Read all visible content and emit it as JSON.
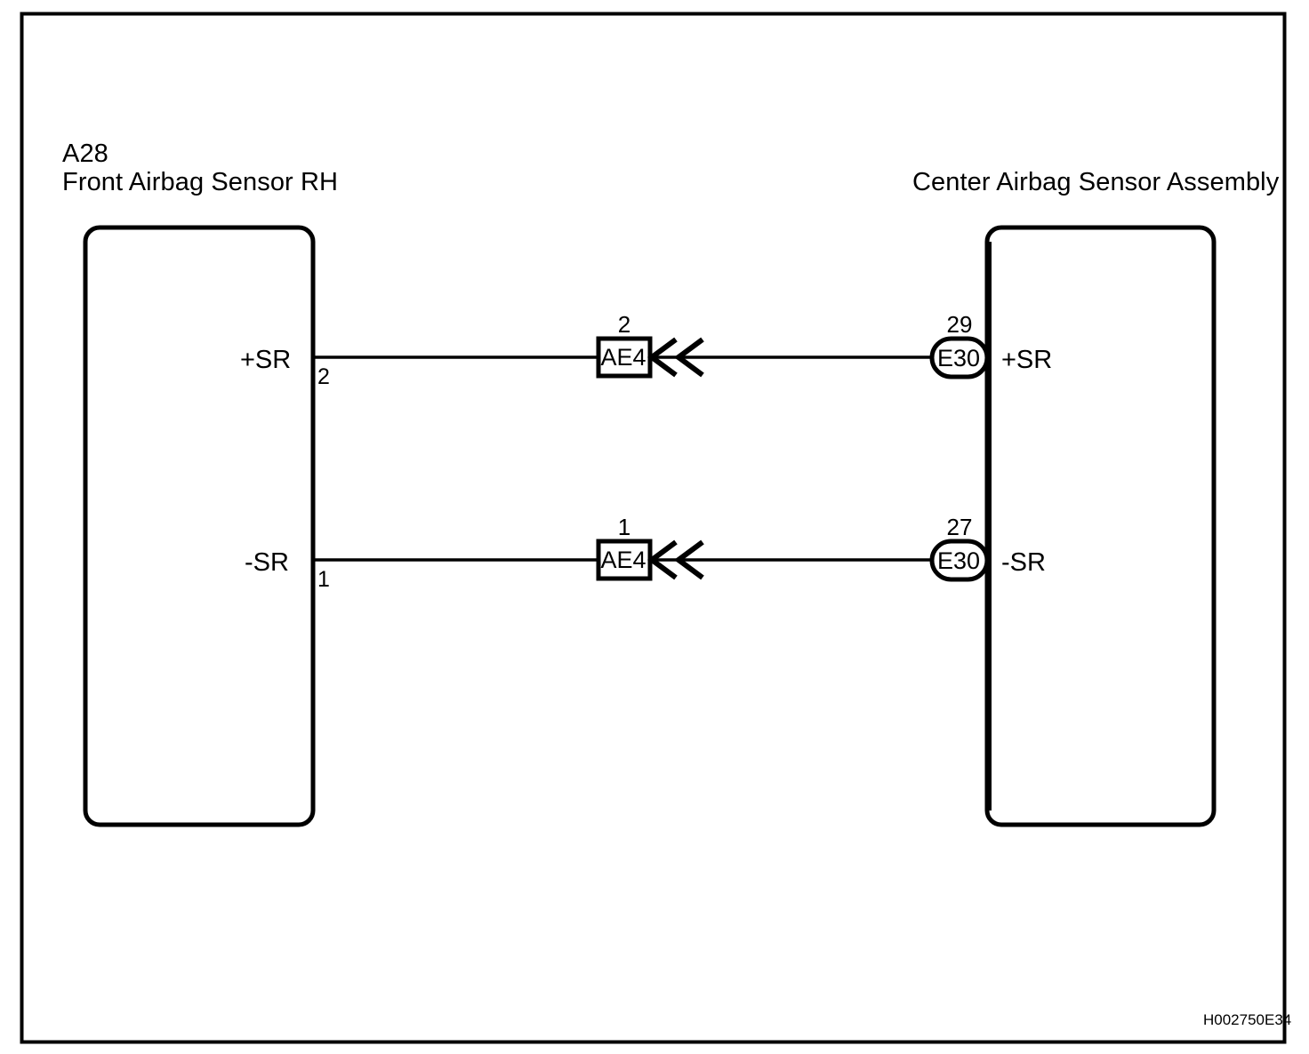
{
  "diagram": {
    "title_left": "A28",
    "title_left_sub": "Front Airbag Sensor RH",
    "title_right": "Center Airbag Sensor Assembly",
    "doc_code": "H002750E34",
    "line_color": "#000000",
    "background": "#ffffff"
  },
  "left_component": {
    "id": "A28",
    "name": "Front Airbag Sensor RH",
    "pins": [
      {
        "name": "+SR",
        "number": "2"
      },
      {
        "name": "-SR",
        "number": "1"
      }
    ]
  },
  "right_component": {
    "name": "Center Airbag Sensor Assembly",
    "pins": [
      {
        "name": "+SR",
        "number": "29",
        "connector": "E30"
      },
      {
        "name": "-SR",
        "number": "27",
        "connector": "E30"
      }
    ]
  },
  "junctions": [
    {
      "code": "AE4",
      "number": "2"
    },
    {
      "code": "AE4",
      "number": "1"
    }
  ],
  "wires": [
    {
      "from_pin": "2",
      "to_pin": "29",
      "signal": "+SR"
    },
    {
      "from_pin": "1",
      "to_pin": "27",
      "signal": "-SR"
    }
  ]
}
